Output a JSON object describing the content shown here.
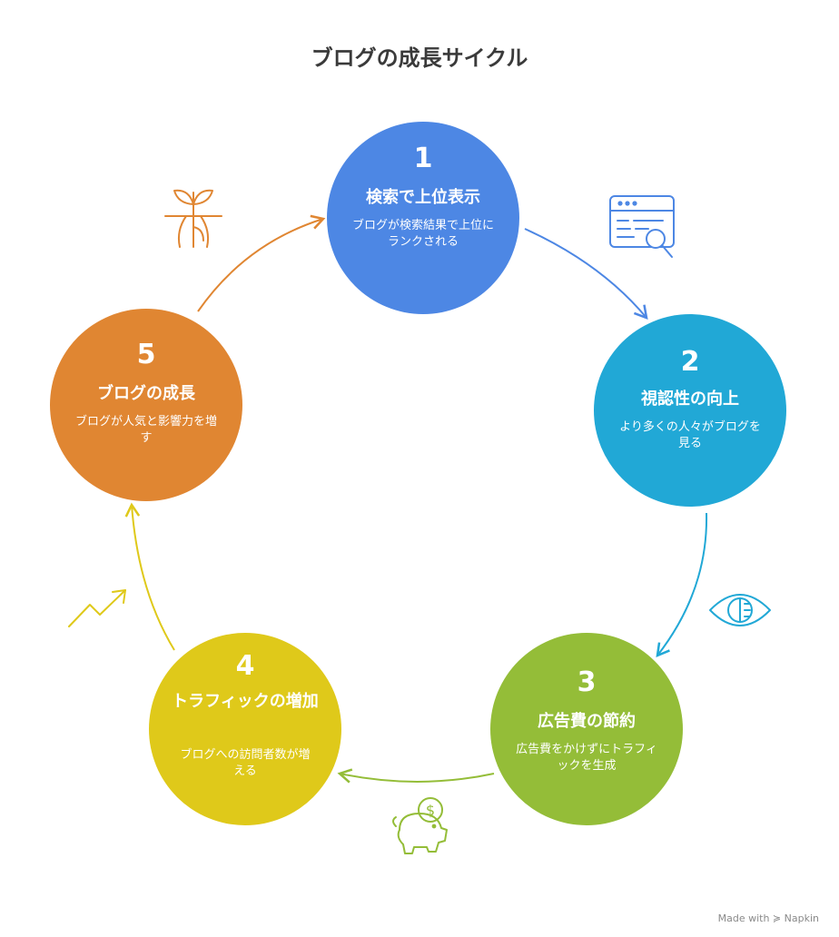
{
  "title": "ブログの成長サイクル",
  "steps": [
    {
      "number": "1",
      "heading": "検索で上位表示",
      "description": "ブログが検索結果で上位にランクされる",
      "color": "#4d87e4"
    },
    {
      "number": "2",
      "heading": "視認性の向上",
      "description": "より多くの人々がブログを見る",
      "color": "#21a8d6"
    },
    {
      "number": "3",
      "heading": "広告費の節約",
      "description": "広告費をかけずにトラフィックを生成",
      "color": "#94bd38"
    },
    {
      "number": "4",
      "heading": "トラフィックの増加",
      "description": "ブログへの訪問者数が増える",
      "color": "#dfc91a"
    },
    {
      "number": "5",
      "heading": "ブログの成長",
      "description": "ブログが人気と影響力を増す",
      "color": "#e08632"
    }
  ],
  "icons": [
    "search-document-icon",
    "eye-icon",
    "piggy-bank-icon",
    "trend-up-icon",
    "sprout-icon"
  ],
  "watermark": "Made with ≽ Napkin"
}
